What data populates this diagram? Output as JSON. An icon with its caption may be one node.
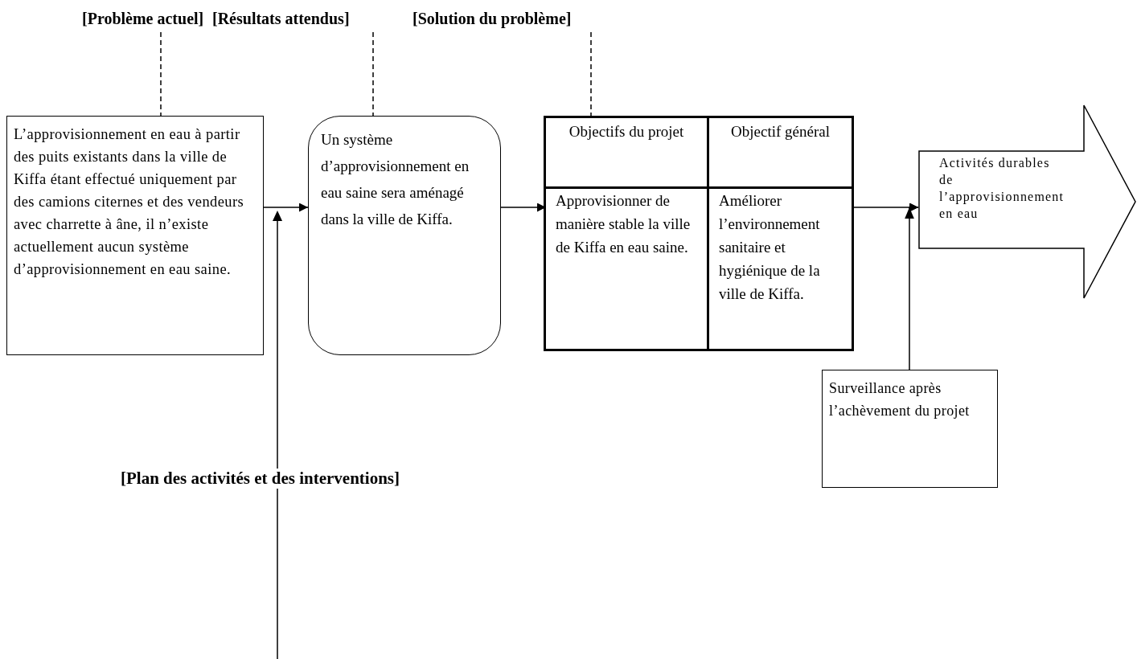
{
  "diagram": {
    "nodes": [
      {
        "text": [
          "[Problème actuel]"
        ]
      },
      {
        "text": [
          "[Résultats attendus]"
        ]
      },
      {
        "text": [
          "[Solution du problème]"
        ]
      },
      {
        "text": [
          "L’approvisionnement en eau à partir des puits existants dans la ville de Kiffa étant effectué uniquement par des camions citernes et des vendeurs avec charrette à âne, il n’existe actuellement aucun système d’approvisionnement en eau saine."
        ]
      },
      {
        "text": [
          "Un système d’approvisionnement en eau saine sera aménagé dans la ville de Kiffa."
        ]
      },
      {
        "text": [],
        "shape": "box"
      },
      {
        "text": [
          "Objectifs du projet"
        ],
        "in": 5
      },
      {
        "text": [
          "Objectif général"
        ],
        "in": 5
      },
      {
        "text": [
          "Approvisionner de manière stable la ville de Kiffa en eau saine."
        ],
        "in": 5
      },
      {
        "text": [
          "Améliorer l’environnement sanitaire et hygiénique de la ville de Kiffa."
        ],
        "in": 5
      },
      {
        "text": [
          "Activités durables de l’approvisionnement en eau"
        ]
      },
      {
        "text": [
          "Surveillance après l’achèvement du projet"
        ]
      }
    ],
    "edges": [
      {
        "from": 0,
        "to": 3,
        "arrow": "none",
        "style": "dashed"
      },
      {
        "from": 1,
        "to": 4,
        "arrow": "none",
        "style": "dashed"
      },
      {
        "from": 2,
        "to": 5,
        "arrow": "none",
        "style": "dashed"
      },
      {
        "from": 3,
        "to": 4,
        "arrow": "to"
      },
      {
        "from": 4,
        "to": 8,
        "arrow": "to"
      },
      {
        "from": 5,
        "to": 10,
        "arrow": "to"
      },
      {
        "from": 11,
        "to": 10,
        "arrow": "to"
      }
    ],
    "labels": [
      "[Plan des activités et des interventions]"
    ]
  }
}
